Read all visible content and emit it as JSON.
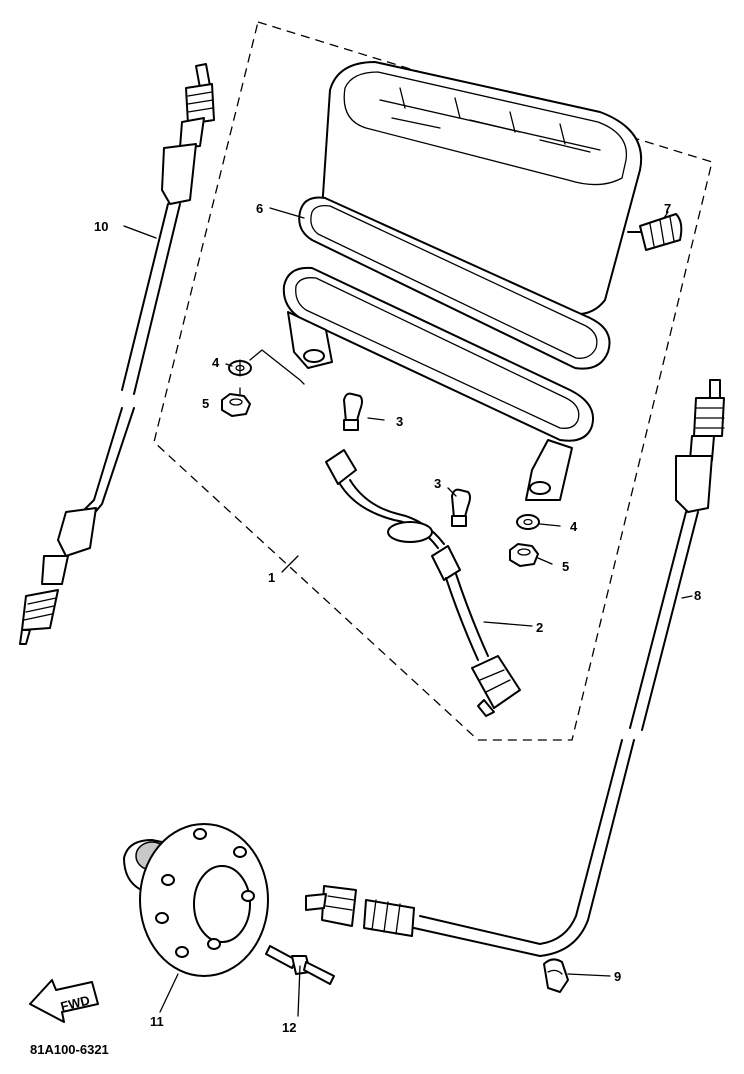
{
  "diagram": {
    "code": "81A100-6321",
    "arrow_label": "FWD",
    "callouts": {
      "p1": "1",
      "p2": "2",
      "p3a": "3",
      "p3b": "3",
      "p4a": "4",
      "p4b": "4",
      "p5a": "5",
      "p5b": "5",
      "p6": "6",
      "p7": "7",
      "p8": "8",
      "p9": "9",
      "p10": "10",
      "p11": "11",
      "p12": "12"
    }
  }
}
